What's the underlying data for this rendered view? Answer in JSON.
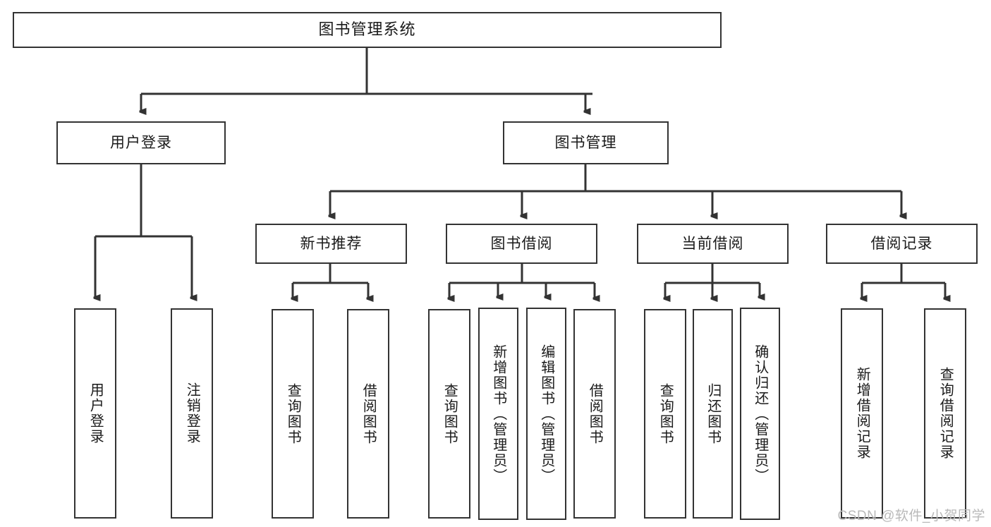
{
  "diagram": {
    "type": "tree-hierarchy",
    "title": "图书管理系统",
    "watermark": "CSDN @软件_小贺同学",
    "colors": {
      "stroke": "#333333",
      "fill": "#ffffff",
      "text": "#1a1a1a",
      "watermark": "#b9b9b9"
    },
    "levels": {
      "root": {
        "label": "图书管理系统"
      },
      "level2": [
        {
          "label": "用户登录"
        },
        {
          "label": "图书管理"
        }
      ],
      "level3": [
        {
          "label": "新书推荐"
        },
        {
          "label": "图书借阅"
        },
        {
          "label": "当前借阅"
        },
        {
          "label": "借阅记录"
        }
      ],
      "leaves": {
        "user_login": [
          {
            "label": "用户登录"
          },
          {
            "label": "注销登录"
          }
        ],
        "new_book_recommend": [
          {
            "label": "查询图书"
          },
          {
            "label": "借阅图书"
          }
        ],
        "book_borrow": [
          {
            "label": "查询图书"
          },
          {
            "label": "新增图书（管理员）"
          },
          {
            "label": "编辑图书（管理员）"
          },
          {
            "label": "借阅图书"
          }
        ],
        "current_borrow": [
          {
            "label": "查询图书"
          },
          {
            "label": "归还图书"
          },
          {
            "label": "确认归还（管理员）"
          }
        ],
        "borrow_record": [
          {
            "label": "新增借阅记录"
          },
          {
            "label": "查询借阅记录"
          }
        ]
      }
    }
  }
}
